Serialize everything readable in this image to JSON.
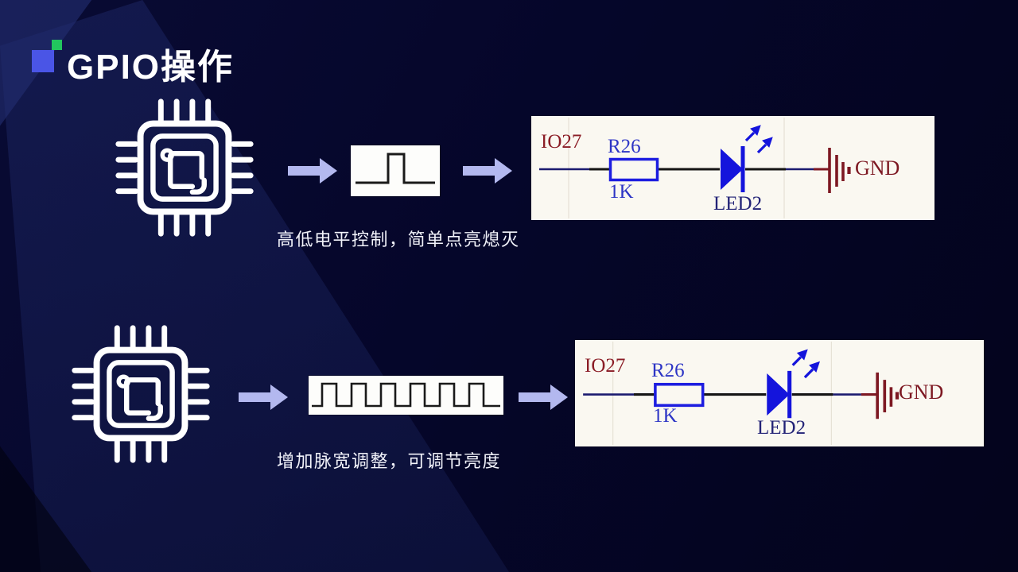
{
  "slide": {
    "title": "GPIO操作"
  },
  "rows": [
    {
      "caption": "高低电平控制，简单点亮熄灭",
      "waveform": "single-pulse",
      "circuit": {
        "io": "IO27",
        "resistor_ref": "R26",
        "resistor_value": "1K",
        "led_ref": "LED2",
        "gnd": "GND"
      }
    },
    {
      "caption": "增加脉宽调整，可调节亮度",
      "waveform": "pwm-square-wave",
      "circuit": {
        "io": "IO27",
        "resistor_ref": "R26",
        "resistor_value": "1K",
        "led_ref": "LED2",
        "gnd": "GND"
      }
    }
  ],
  "colors": {
    "background": "#05051e",
    "arrow": "#b3b8ef",
    "title_square_blue": "#4a55e6",
    "title_square_green": "#22c55e",
    "schematic_background": "#faf8f1",
    "net_label_red": "#8b1d26",
    "component_blue": "#1d1de0",
    "led_label_navy": "#232377",
    "ground_red": "#7d1822",
    "wire_black": "#151515"
  }
}
